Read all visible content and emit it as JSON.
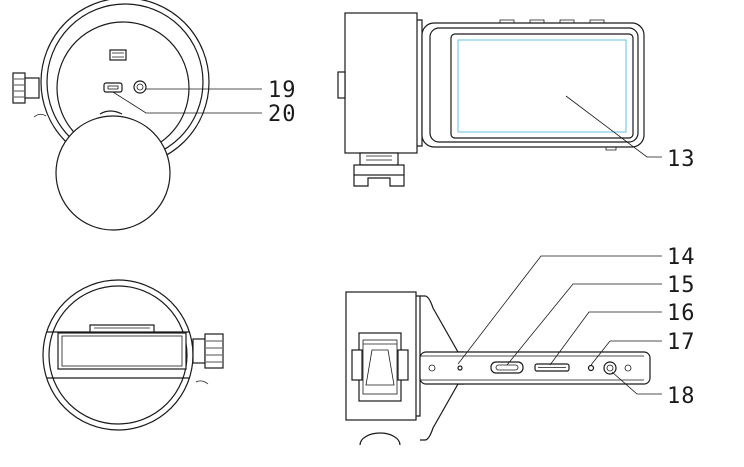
{
  "callouts": [
    {
      "id": "19",
      "text": "19"
    },
    {
      "id": "20",
      "text": "20"
    },
    {
      "id": "13",
      "text": "13"
    },
    {
      "id": "14",
      "text": "14"
    },
    {
      "id": "15",
      "text": "15"
    },
    {
      "id": "16",
      "text": "16"
    },
    {
      "id": "17",
      "text": "17"
    },
    {
      "id": "18",
      "text": "18"
    }
  ],
  "colors": {
    "line": "#1a1a1a",
    "screen_inner": "#66c2e0",
    "background": "#ffffff"
  }
}
